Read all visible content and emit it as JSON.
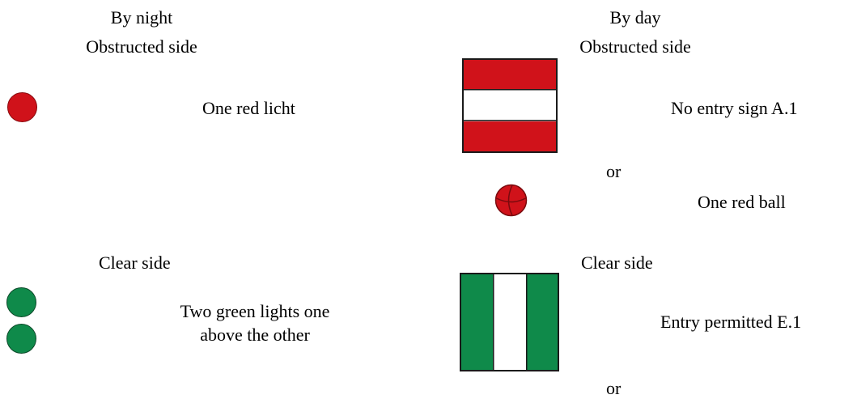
{
  "colors": {
    "red": "#d0121a",
    "green": "#0f8a4a",
    "white": "#ffffff"
  },
  "night": {
    "heading": "By night",
    "obstructed_label": "Obstructed side",
    "obstructed_light_text": "One red licht",
    "clear_label": "Clear side",
    "clear_lights_text_1": "Two green lights one",
    "clear_lights_text_2": "above the other"
  },
  "day": {
    "heading": "By day",
    "obstructed_label": "Obstructed side",
    "no_entry_text": "No entry sign A.1",
    "or_1": "or",
    "red_ball_text": "One red ball",
    "clear_label": "Clear side",
    "entry_permitted_text": "Entry permitted E.1",
    "or_2": "or"
  }
}
